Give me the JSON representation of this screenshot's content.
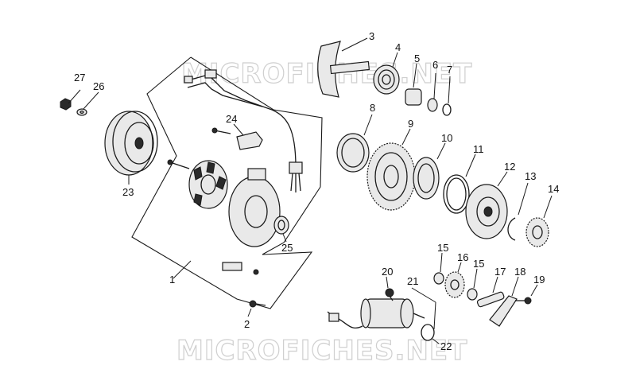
{
  "watermark": "MICROFICHES.NET",
  "callouts": [
    "1",
    "2",
    "3",
    "4",
    "5",
    "6",
    "7",
    "8",
    "9",
    "10",
    "11",
    "12",
    "13",
    "14",
    "15",
    "15",
    "16",
    "17",
    "18",
    "19",
    "20",
    "21",
    "22",
    "23",
    "24",
    "25",
    "26",
    "27"
  ]
}
